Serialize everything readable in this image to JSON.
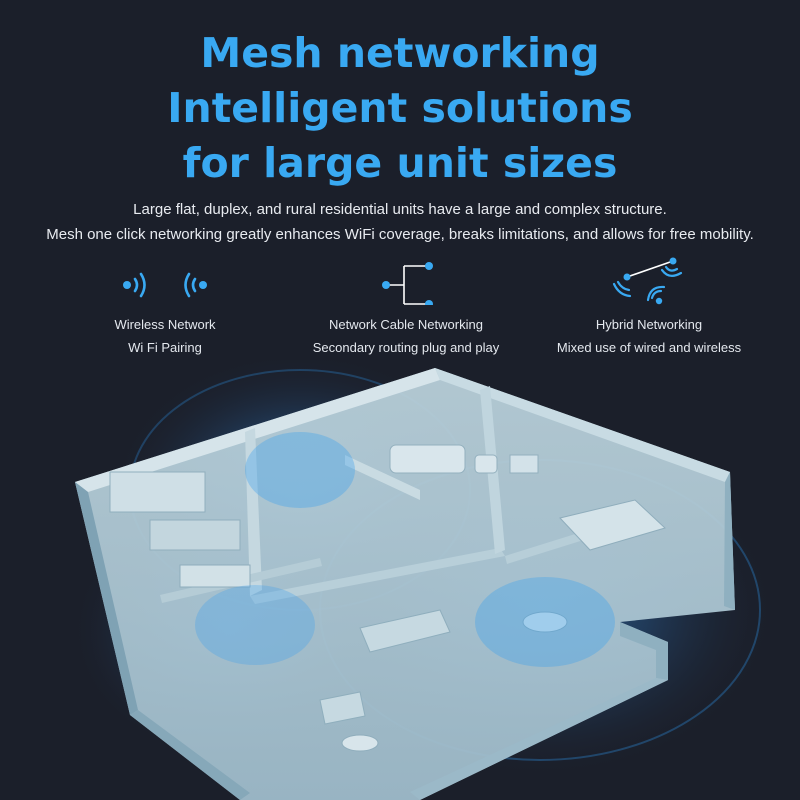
{
  "headline": {
    "line1": "Mesh networking",
    "line2": "Intelligent solutions",
    "line3": "for large unit sizes"
  },
  "description": {
    "line1": "Large flat, duplex, and rural residential units have a large and complex structure.",
    "line2": "Mesh one click networking greatly enhances WiFi coverage, breaks limitations, and allows for free mobility."
  },
  "features": [
    {
      "icon": "wireless-signal-icon",
      "title": "Wireless Network",
      "subtitle": "Wi Fi Pairing"
    },
    {
      "icon": "cable-network-icon",
      "title": "Network Cable Networking",
      "subtitle": "Secondary routing plug and play"
    },
    {
      "icon": "hybrid-network-icon",
      "title": "Hybrid Networking",
      "subtitle": "Mixed use of wired and wireless"
    }
  ],
  "colors": {
    "background": "#1b1f2a",
    "accent": "#39a9f2",
    "signal_glow": "#2f8fe0",
    "floorplan": "#a9c3cf"
  }
}
